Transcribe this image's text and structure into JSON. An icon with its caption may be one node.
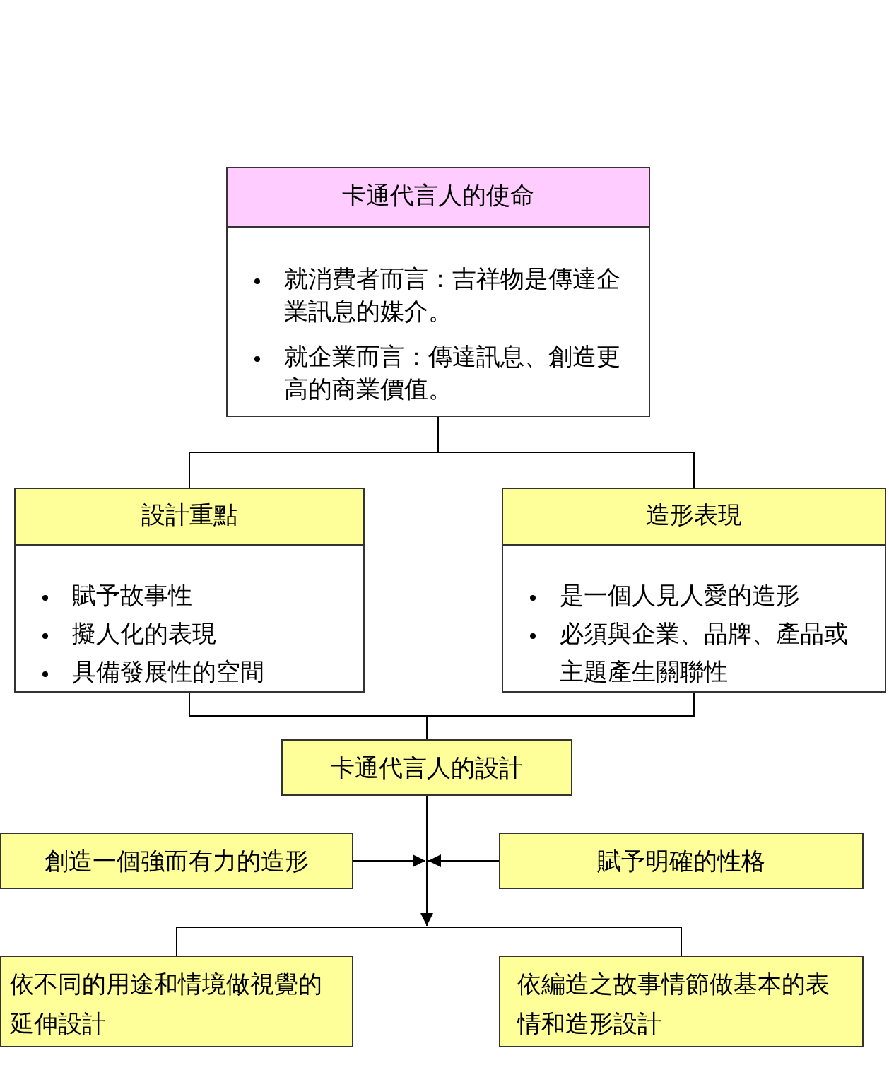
{
  "diagram": {
    "nodes": [
      {
        "text": [
          "卡通代言人的使命",
          "就消費者而言：吉祥物是傳達企業訊息的媒介。",
          "就企業而言：傳達訊息、創造更高的商業價值。"
        ]
      },
      {
        "text": [
          "設計重點",
          "賦予故事性",
          "擬人化的表現",
          "具備發展性的空間"
        ]
      },
      {
        "text": [
          "造形表現",
          "是一個人見人愛的造形",
          "必須與企業、品牌、產品或主題產生關聯性"
        ]
      },
      {
        "text": [
          "卡通代言人的設計"
        ]
      },
      {
        "text": [
          "創造一個強而有力的造形"
        ]
      },
      {
        "text": [
          "賦予明確的性格"
        ]
      },
      {
        "text": [
          "依不同的用途和情境做視覺的延伸設計"
        ]
      },
      {
        "text": [
          "依編造之故事情節做基本的表情和造形設計"
        ]
      }
    ],
    "edges": [
      {
        "from": 0,
        "to": 1,
        "arrow": "none"
      },
      {
        "from": 0,
        "to": 2,
        "arrow": "none"
      },
      {
        "from": 1,
        "to": 3,
        "arrow": "none"
      },
      {
        "from": 2,
        "to": 3,
        "arrow": "none"
      },
      {
        "from": 3,
        "to": null,
        "arrow": "to"
      },
      {
        "from": 4,
        "to": null,
        "arrow": "to"
      },
      {
        "from": 5,
        "to": null,
        "arrow": "to"
      },
      {
        "from": null,
        "to": 6,
        "arrow": "none"
      },
      {
        "from": null,
        "to": 7,
        "arrow": "none"
      }
    ]
  }
}
